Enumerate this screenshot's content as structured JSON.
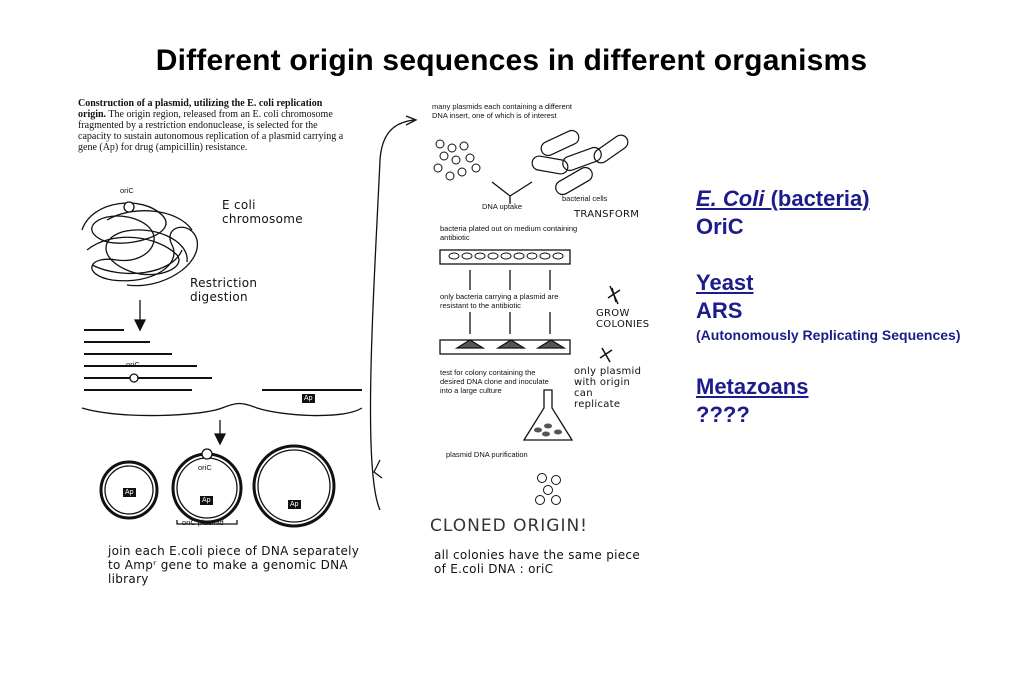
{
  "title": "Different origin sequences in different organisms",
  "figure": {
    "caption_bold": "Construction of a plasmid, utilizing the E. coli replication origin.",
    "caption_rest": "The origin region, released from an E. coli chromosome fragmented by a restriction endonuclease, is selected for the capacity to sustain autonomous replication of a plasmid carrying a gene (Ap) for drug (ampicillin) resistance.",
    "oric_label": "oriC",
    "ecoli_chromosome": "E coli chromosome",
    "restriction_digestion": "Restriction digestion",
    "ap_label": "Ap",
    "oric_plasmid": "oriC plasmid",
    "library_note": "join each E.coli piece of DNA separately to Ampʳ gene to make a genomic DNA library",
    "many_plasmids": "many plasmids each containing a different DNA insert, one of which is of interest",
    "dna_uptake": "DNA uptake",
    "bacterial_cells": "bacterial cells",
    "transform": "TRANSFORM",
    "plated": "bacteria plated out on medium containing antibiotic",
    "only_bacteria": "only bacteria carrying a plasmid are resistant to the antibiotic",
    "grow_colonies": "GROW COLONIES",
    "test_colony": "test for colony containing the desired DNA clone and inoculate into a large culture",
    "only_plasmid": "only plasmid with origin can replicate",
    "purification": "plasmid DNA purification",
    "cloned_origin": "CLONED ORIGIN!",
    "colonies_note": "all colonies have the same piece of E.coli DNA : oriC"
  },
  "organisms": [
    {
      "heading_italic": "E. Coli",
      "heading_rest": " (bacteria)",
      "value": "OriC",
      "note": ""
    },
    {
      "heading_italic": "",
      "heading_rest": "Yeast",
      "value": "ARS",
      "note": "(Autonomously Replicating Sequences)"
    },
    {
      "heading_italic": "",
      "heading_rest": "Metazoans",
      "value": "????",
      "note": ""
    }
  ]
}
